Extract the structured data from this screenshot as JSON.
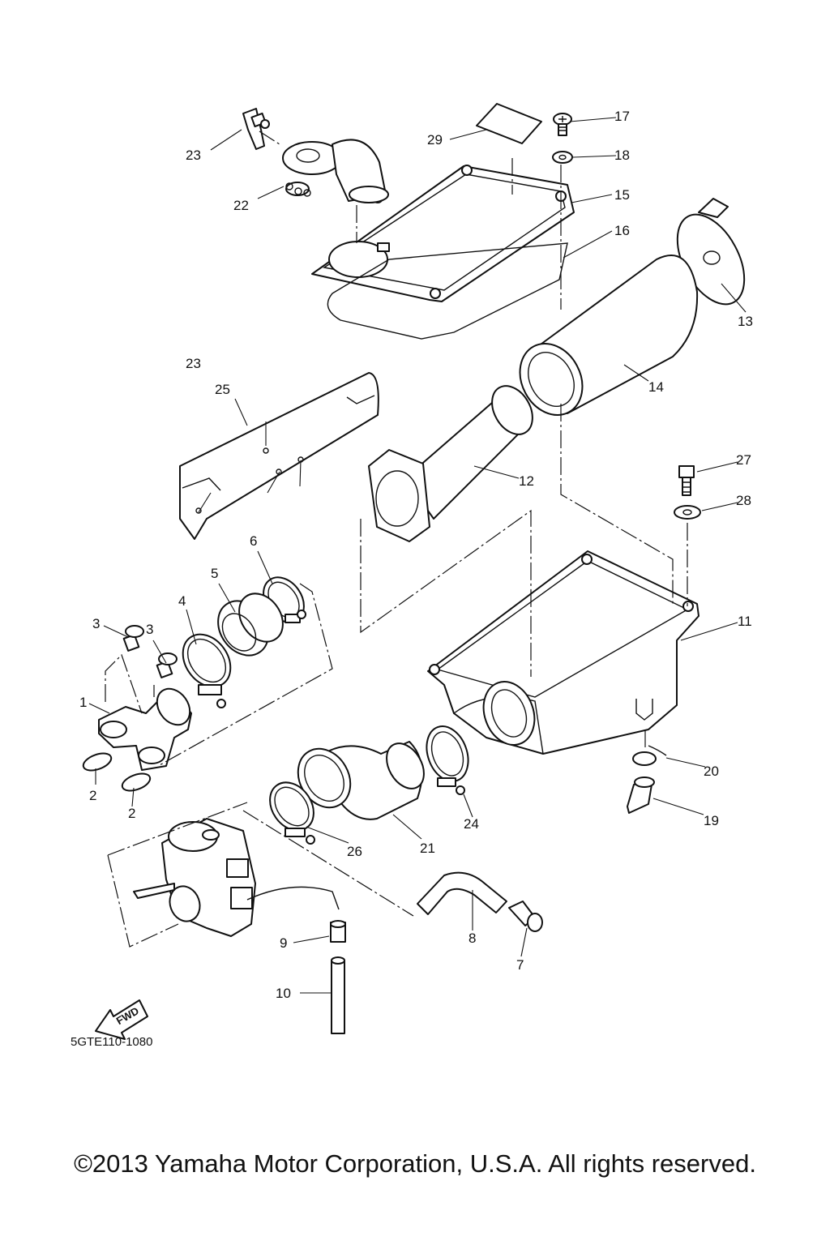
{
  "diagram": {
    "drawing_code": "5GTE110-1080",
    "fwd_label": "FWD",
    "callouts": [
      "1",
      "2",
      "2",
      "3",
      "3",
      "4",
      "5",
      "6",
      "7",
      "8",
      "9",
      "10",
      "11",
      "12",
      "13",
      "14",
      "15",
      "16",
      "17",
      "18",
      "19",
      "20",
      "21",
      "22",
      "23",
      "23",
      "24",
      "25",
      "26",
      "27",
      "28",
      "29"
    ]
  },
  "footer": {
    "copyright": "©2013 Yamaha Motor Corporation, U.S.A. All rights reserved."
  }
}
